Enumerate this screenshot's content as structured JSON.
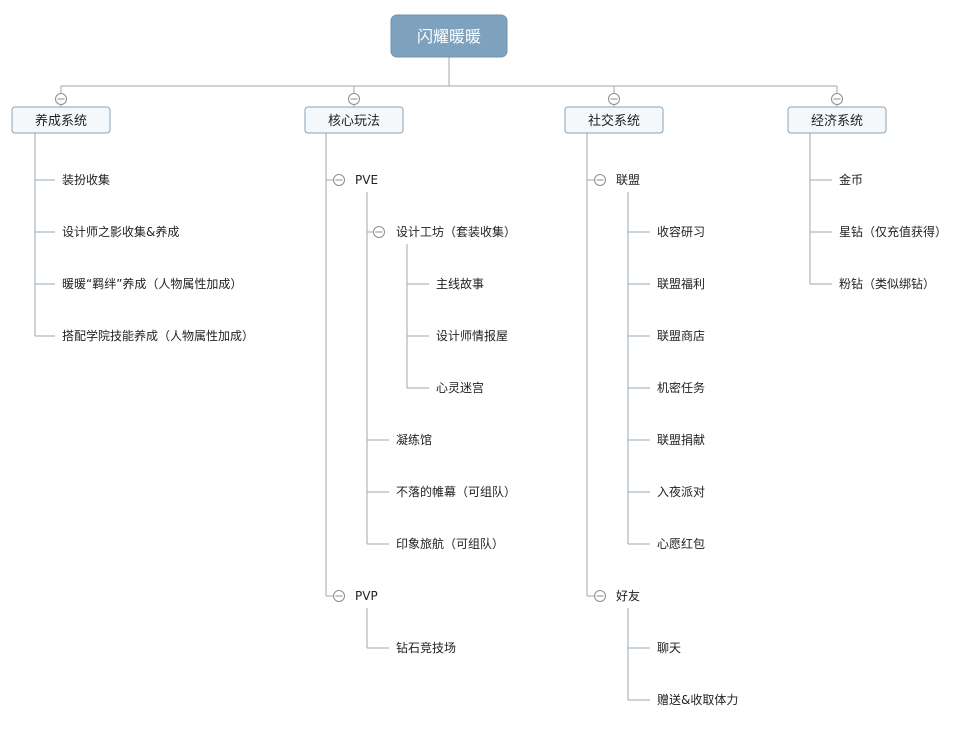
{
  "root": {
    "label": "闪耀暖暖"
  },
  "categories": [
    {
      "label": "养成系统",
      "items": [
        "装扮收集",
        "设计师之影收集&养成",
        "暖暖“羁绊”养成（人物属性加成）",
        "搭配学院技能养成（人物属性加成）"
      ]
    },
    {
      "label": "核心玩法",
      "groups": [
        {
          "label": "PVE",
          "subgroup": {
            "label": "设计工坊（套装收集）",
            "items": [
              "主线故事",
              "设计师情报屋",
              "心灵迷宫"
            ]
          },
          "items": [
            "凝练馆",
            "不落的帷幕（可组队）",
            "印象旅航（可组队）"
          ]
        },
        {
          "label": "PVP",
          "items": [
            "钻石竞技场"
          ]
        }
      ]
    },
    {
      "label": "社交系统",
      "groups": [
        {
          "label": "联盟",
          "items": [
            "收容研习",
            "联盟福利",
            "联盟商店",
            "机密任务",
            "联盟捐献",
            "入夜派对",
            "心愿红包"
          ]
        },
        {
          "label": "好友",
          "items": [
            "聊天",
            "赠送&收取体力"
          ]
        }
      ]
    },
    {
      "label": "经济系统",
      "items": [
        "金币",
        "星钻（仅充值获得）",
        "粉钻（类似绑钻）"
      ]
    }
  ]
}
